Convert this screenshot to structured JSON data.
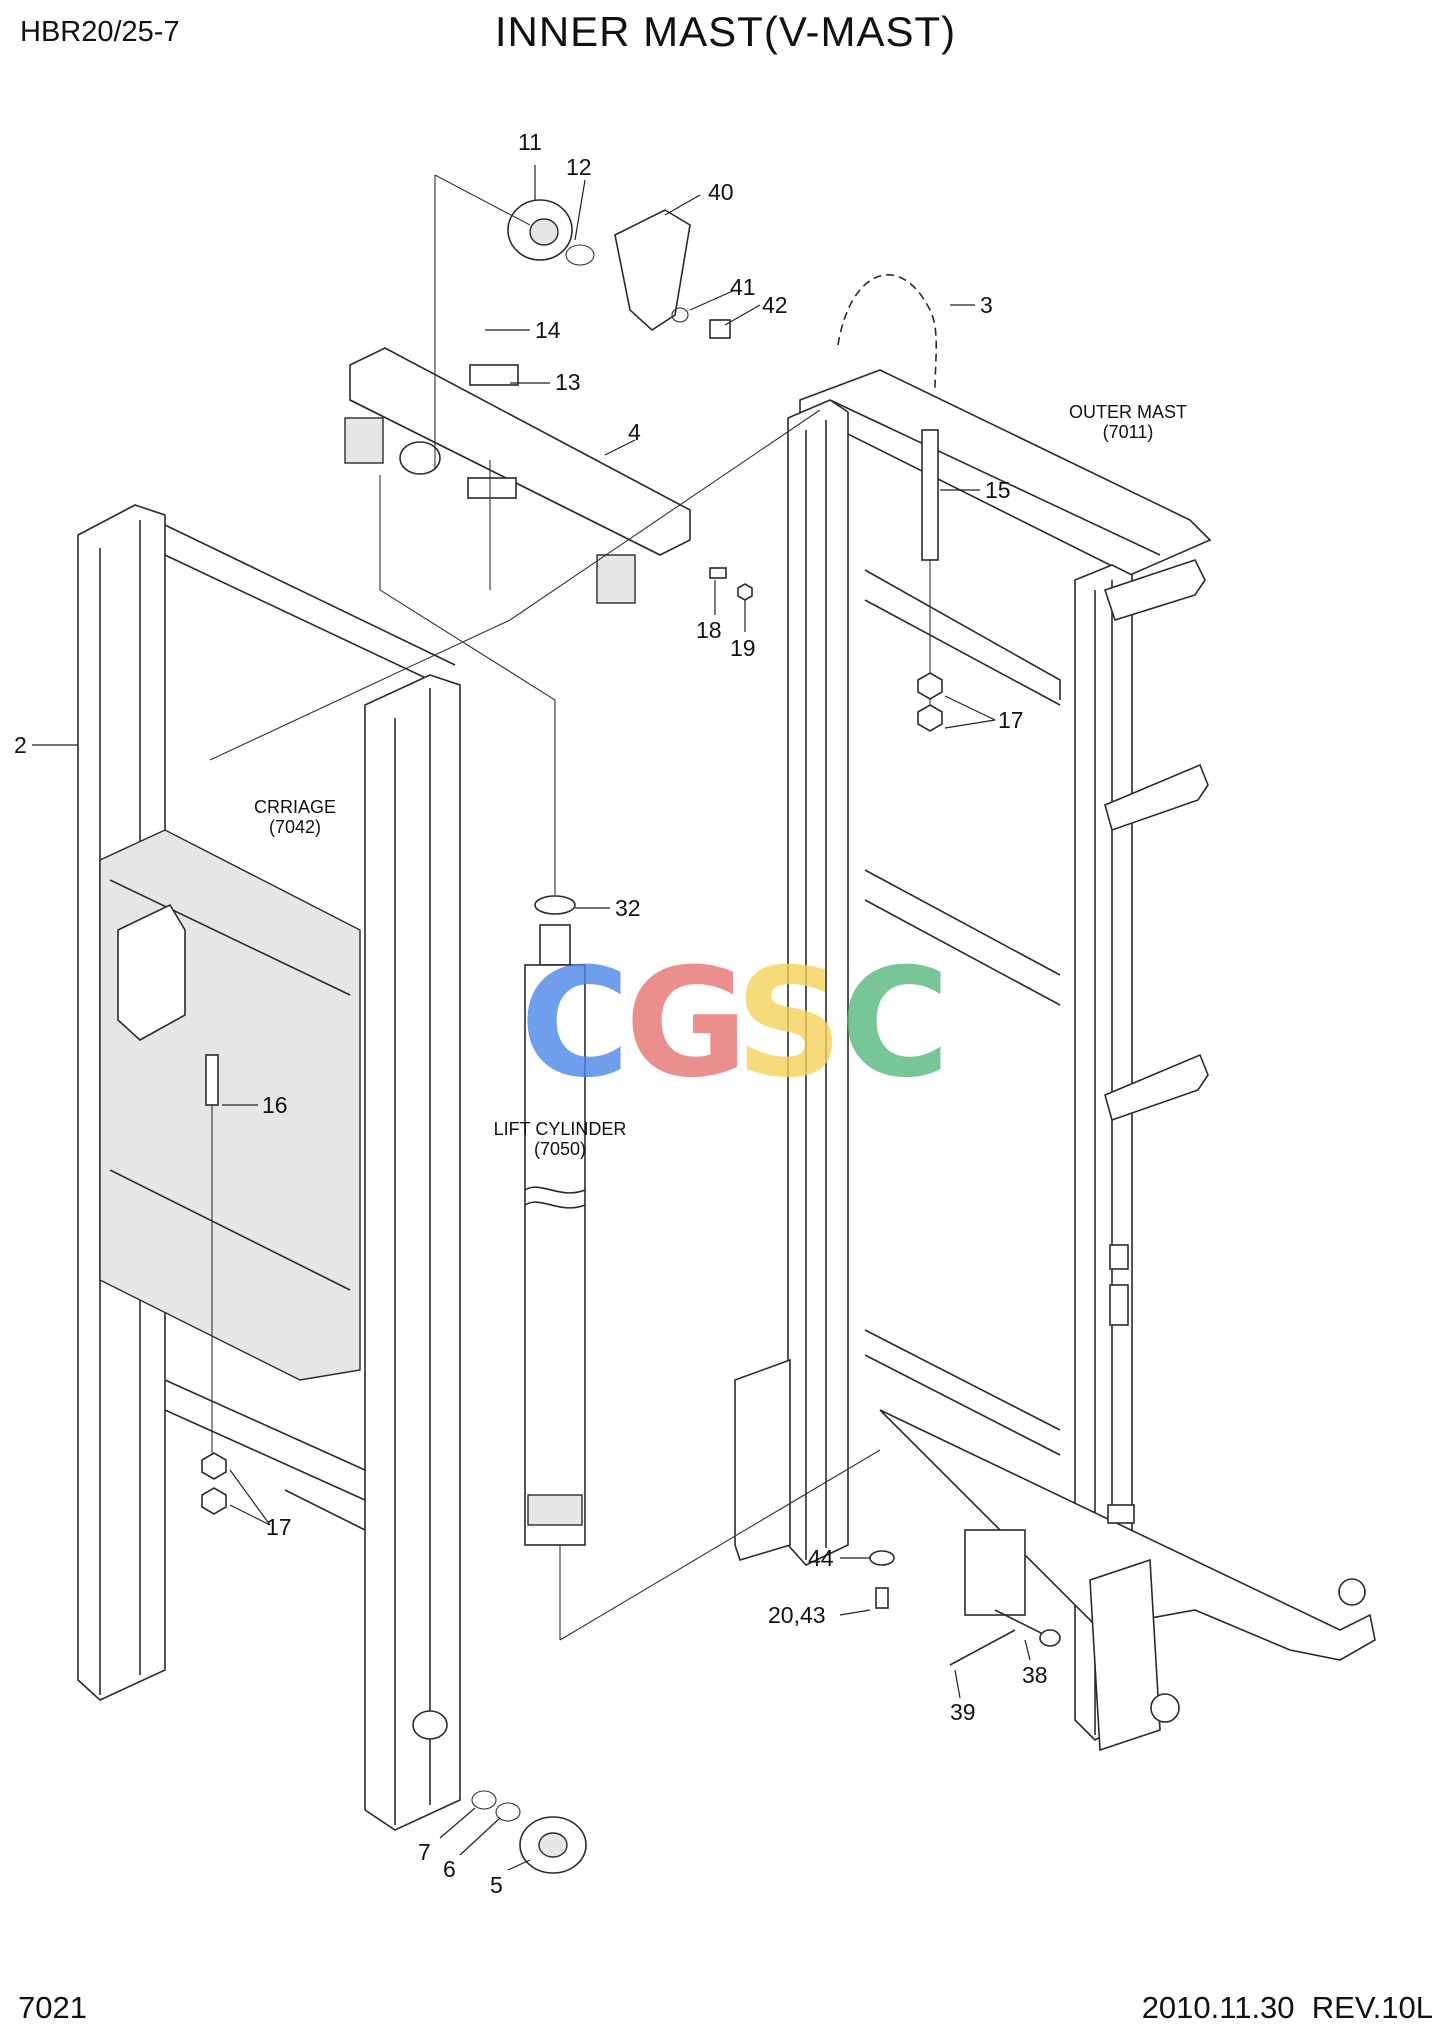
{
  "header": {
    "model": "HBR20/25-7",
    "title": "INNER MAST(V-MAST)"
  },
  "footer": {
    "page": "7021",
    "revision": "2010.11.30  REV.10L"
  },
  "assemblies": [
    {
      "line1": "OUTER MAST",
      "line2": "(7011)"
    },
    {
      "line1": "CRRIAGE",
      "line2": "(7042)"
    },
    {
      "line1": "LIFT CYLINDER",
      "line2": "(7050)"
    }
  ],
  "callouts": [
    "11",
    "12",
    "40",
    "41",
    "42",
    "14",
    "13",
    "4",
    "3",
    "15",
    "18",
    "19",
    "17",
    "2",
    "16",
    "17",
    "32",
    "44",
    "20,43",
    "38",
    "39",
    "7",
    "6",
    "5"
  ],
  "watermark": {
    "letters": [
      "C",
      "G",
      "S",
      "C"
    ],
    "colors": [
      "#4a86e8",
      "#e57373",
      "#f6d25a",
      "#57b87e"
    ]
  }
}
